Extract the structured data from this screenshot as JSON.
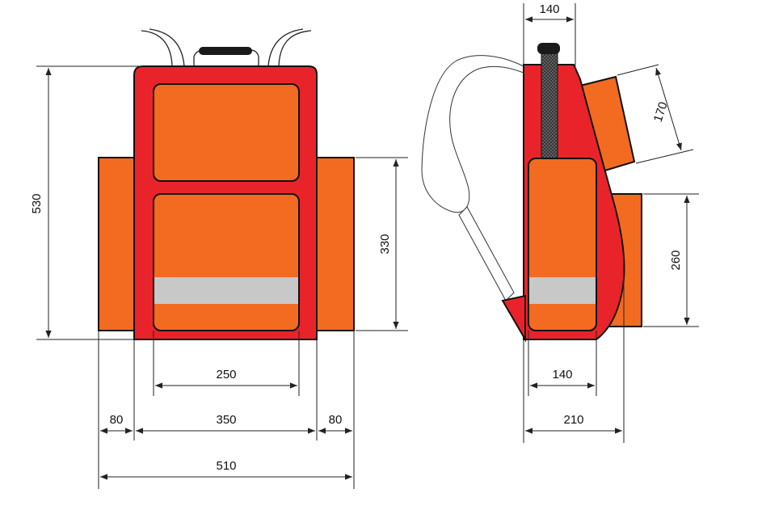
{
  "colors": {
    "body_red": "#e8242a",
    "pocket_orange": "#f26b21",
    "reflective_grey": "#c8c8c8",
    "handle_black": "#1a1a1a",
    "tube_dark": "#3a3a3a",
    "line": "#111111"
  },
  "front_view": {
    "dimensions": {
      "height_total": "530",
      "side_pocket_height": "330",
      "front_pocket_width": "250",
      "body_width": "350",
      "side_pocket_left_width": "80",
      "side_pocket_right_width": "80",
      "total_width": "510"
    }
  },
  "side_view": {
    "dimensions": {
      "tube_width": "140",
      "upper_pocket_size": "170",
      "lower_pocket_height": "260",
      "front_pocket_depth": "140",
      "total_depth": "210"
    }
  }
}
